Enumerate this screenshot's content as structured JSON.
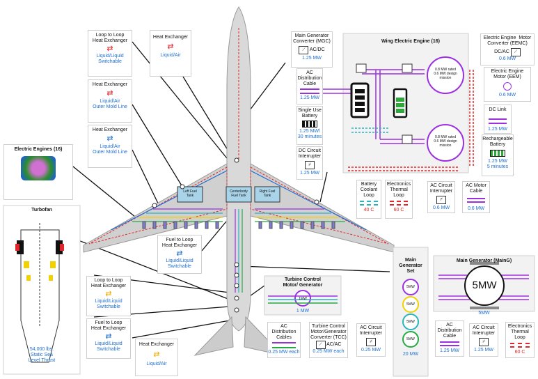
{
  "hx_loop_top": {
    "title": "Loop to Loop\nHeat Exchanger",
    "sub": "Liquid/Liquid\nSwitchable"
  },
  "hx_air_top": {
    "title": "Heat Exchanger",
    "sub": "Liquid/Air"
  },
  "hx_oml_1": {
    "title": "Heat Exchanger",
    "sub": "Liquid/Air\nOuter Mold Line"
  },
  "hx_oml_2": {
    "title": "Heat Exchanger",
    "sub": "Liquid/Air\nOuter Mold Line"
  },
  "electric_engines": {
    "title": "Electric Engines (16)"
  },
  "turbofan": {
    "title": "Turbofan",
    "thrust": "54,000 lbs.\nStatic Sea\nLevel Thrust"
  },
  "fuel_hx_wing": {
    "title": "Fuel to Loop\nHeat Exchanger",
    "sub": "Liquid/Liquid\nSwitchable"
  },
  "hx_loop_bottom": {
    "title": "Loop to Loop\nHeat Exchanger",
    "sub": "Liquid/Liquid\nSwitchable"
  },
  "fuel_hx_bottom": {
    "title": "Fuel to Loop\nHeat Exchanger",
    "sub": "Liquid/Liquid\nSwitchable"
  },
  "hx_air_bottom": {
    "title": "Heat Exchanger",
    "sub": "Liquid/Air"
  },
  "wing_engine": {
    "title": "Wing Electric Engine (16)",
    "motor_rating_1": "0.8 MW rated\n0.6 MW design\nmission",
    "motor_rating_2": "0.8 MW rated\n0.6 MW design\nmission"
  },
  "mgc": {
    "title": "Main Generator\nConverter (MGC)",
    "type": "AC/DC",
    "value": "1.25 MW"
  },
  "ac_cable_top": {
    "title": "AC\nDistribution\nCable",
    "value": "1.25 MW"
  },
  "single_battery": {
    "title": "Single Use\nBattery",
    "value": "1.25 MW/\n30 minutes"
  },
  "dc_interrupter": {
    "title": "DC Circuit\nInterrupter",
    "value": "1.25 MW"
  },
  "eemc": {
    "title": "Electric Engine  Motor\nConverter (EEMC)",
    "type": "DC/AC",
    "value": "0.6 MW"
  },
  "eem": {
    "title": "Electric Engine\nMotor (EEM)",
    "value": "0.6 MW"
  },
  "dc_link": {
    "title": "DC Link",
    "value": "1.25 MW"
  },
  "recharge_battery": {
    "title": "Rechargeable\nBattery",
    "value": "1.25 MW\n5 minutes"
  },
  "battery_loop": {
    "title": "Battery\nCoolant\nLoop",
    "value": "40 C"
  },
  "elec_loop_top": {
    "title": "Electronics\nThermal\nLoop",
    "value": "60 C"
  },
  "ac_interrupter_top": {
    "title": "AC Circuit\nInterrupter",
    "value": "0.6 MW"
  },
  "ac_motor_cable": {
    "title": "AC Motor\nCable",
    "value": "0.6 MW"
  },
  "fuselage": {
    "left_tank": "Left Fuel\nTank",
    "center_tank": "Centerbody\nFuel Tank",
    "right_tank": "Right Fuel\nTank"
  },
  "tcmg": {
    "title": "Turbine Control\nMotor/ Generator",
    "value": "1 MW",
    "center": "1MW"
  },
  "ac_cables_tc": {
    "title": "AC\nDistribution\nCables",
    "value": "0.25 MW each"
  },
  "tcc": {
    "title": "Turbine Control\nMotor/Generator\nConverter (TCC)",
    "type": "AC/AC",
    "value": "0.25 MW each"
  },
  "ac_interrupter_tc": {
    "title": "AC Circuit\nInterrupter",
    "value": "0.25 MW"
  },
  "main_gen_set": {
    "title": "Main\nGenerator\nSet",
    "value": "20 MW",
    "units": [
      "5MW",
      "5MW",
      "5MW",
      "5MW"
    ]
  },
  "main_gen": {
    "title": "Main Generator (MainG)",
    "center": "5MW",
    "value": "5MW"
  },
  "ac_cable_mg": {
    "title": "AC\nDistribution\nCable",
    "value": "1.25 MW"
  },
  "ac_interrupter_mg": {
    "title": "AC Circuit\nInterrupter",
    "value": "1.25 MW"
  },
  "elec_loop_mg": {
    "title": "Electronics\nThermal\nLoop",
    "value": "60 C"
  },
  "colors": {
    "blue": "#1f6fd1",
    "red": "#e0262a",
    "purple": "#9b30e0",
    "green": "#27a844",
    "yellow": "#f2d100",
    "teal": "#2bb3c0"
  }
}
